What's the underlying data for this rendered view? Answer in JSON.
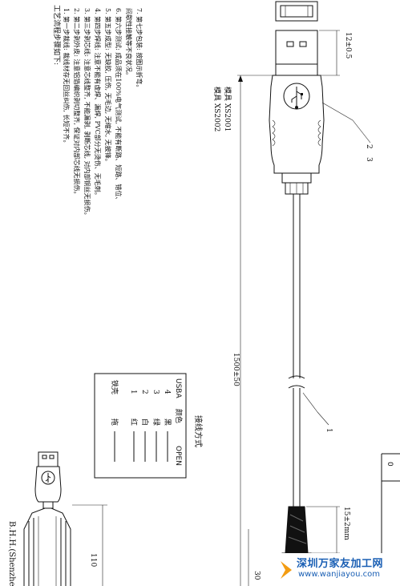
{
  "process": {
    "heading": "工艺流程步骤如下:",
    "steps": [
      "1. 第一步裁线: 裁线材存无回丝纠伤, 长短不齐。",
      "2. 第二步剥外皮: 注意铝箔编织剥切整齐, 保证对内部芯线无损伤。",
      "3. 第三步剥芯线: 注意芯线整齐, 不能漏剥, 剥断芯线, 对内部铜丝无损伤。",
      "4. 第四步焊线: 注意不能有虚焊、漏焊, PVC部分无烫伤、无毛刺。",
      "5. 第五步成型: 无缺胶, 压伤, 无毛边, 无缩水, 无披锋。",
      "6. 第六步测试: 成品须在100%电气测试, 不能有断路、短路、错位、",
      "   间歇性接触等不良状况。",
      "7. 第七步包装: 按图示折弯。"
    ]
  },
  "molds": {
    "line1": "模具 XS2002",
    "line2": "模具 XS2001"
  },
  "dims": {
    "plug_height": "12±0.5",
    "total_length": "1500±50",
    "boot_length": "15±2mm",
    "plug_to_boot": "30",
    "coil_width": "110"
  },
  "callouts": {
    "c1": "1",
    "c2": "2",
    "c3": "3"
  },
  "wiring": {
    "title": "接线方式",
    "col_left": "USBA",
    "col_mid": "颜色",
    "col_right": "OPEN",
    "rows": [
      {
        "pin": "4",
        "color": "黑"
      },
      {
        "pin": "3",
        "color": "绿"
      },
      {
        "pin": "2",
        "color": "白"
      },
      {
        "pin": "1",
        "color": "红"
      },
      {
        "pin": "铁壳",
        "color": "拖"
      }
    ]
  },
  "titleblock": {
    "cell": "0"
  },
  "bottom_text": {
    "line": "B.H.H.(Shenzhen)"
  },
  "watermark": {
    "site": "深圳万家友加工网",
    "url": "www.wanjiayou.com",
    "accent": "#1a5fb4",
    "logo_color": "#f39c12"
  }
}
